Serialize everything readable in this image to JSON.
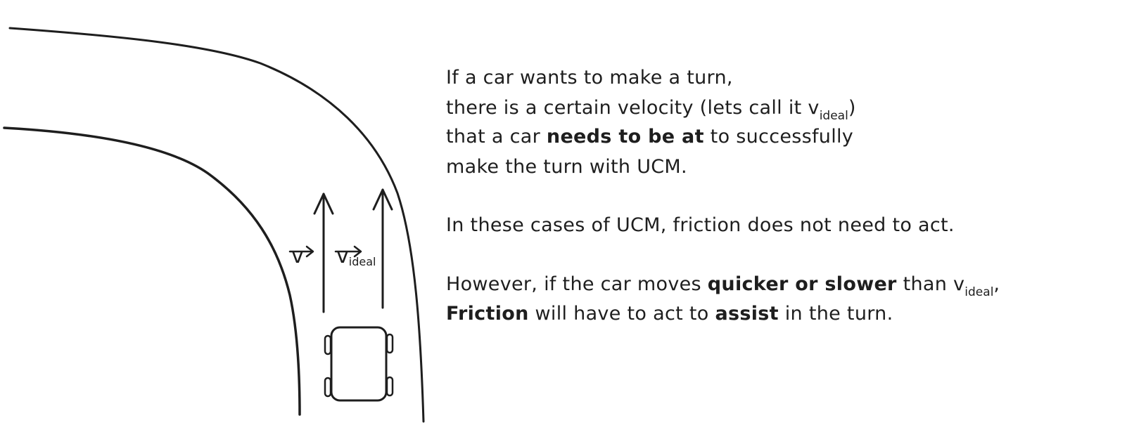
{
  "diagram": {
    "label_v": "v",
    "label_videal_main": "v",
    "label_videal_sub": "ideal"
  },
  "text": {
    "p1": {
      "l1": "If a car wants to make a turn,",
      "l2_pre": "there is a certain velocity (lets call it v",
      "l2_sub": "ideal",
      "l2_post": ")",
      "l3_pre": "that a car ",
      "l3_bold": "needs to be at",
      "l3_post": " to successfully",
      "l4": "make the turn with UCM."
    },
    "p2": {
      "l1": "In these cases of UCM, friction does not need to act."
    },
    "p3": {
      "l1_pre": "However, if the car moves ",
      "l1_bold": "quicker or slower",
      "l1_mid": " than v",
      "l1_sub": "ideal",
      "l1_post": ",",
      "l2_bold1": "Friction",
      "l2_mid": " will have to act to ",
      "l2_bold2": "assist",
      "l2_post": " in the turn."
    }
  }
}
